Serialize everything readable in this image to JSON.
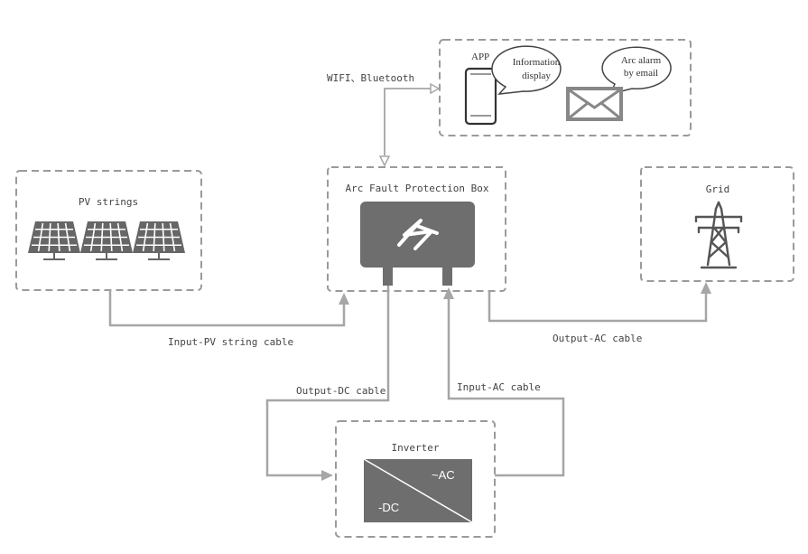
{
  "labels": {
    "app": "APP",
    "info_display_line1": "Information",
    "info_display_line2": "display",
    "arc_alarm_line1": "Arc alarm",
    "arc_alarm_line2": "by email",
    "wifi_bluetooth": "WIFI、Bluetooth",
    "pv_strings": "PV strings",
    "arc_box": "Arc Fault Protection Box",
    "grid": "Grid",
    "input_pv": "Input-PV string cable",
    "output_ac": "Output-AC cable",
    "output_dc": "Output-DC cable",
    "input_ac": "Input-AC cable",
    "inverter": "Inverter",
    "inv_ac": "~AC",
    "inv_dc": "-DC"
  },
  "icons": {
    "phone": "phone-icon",
    "mail": "envelope-icon",
    "lightning": "lightning-icon",
    "solar": "solar-panel-icon",
    "tower": "transmission-tower-icon"
  },
  "colors": {
    "line": "#a6a6a6",
    "device": "#6e6e6e",
    "box_border": "#9a9a9a"
  }
}
